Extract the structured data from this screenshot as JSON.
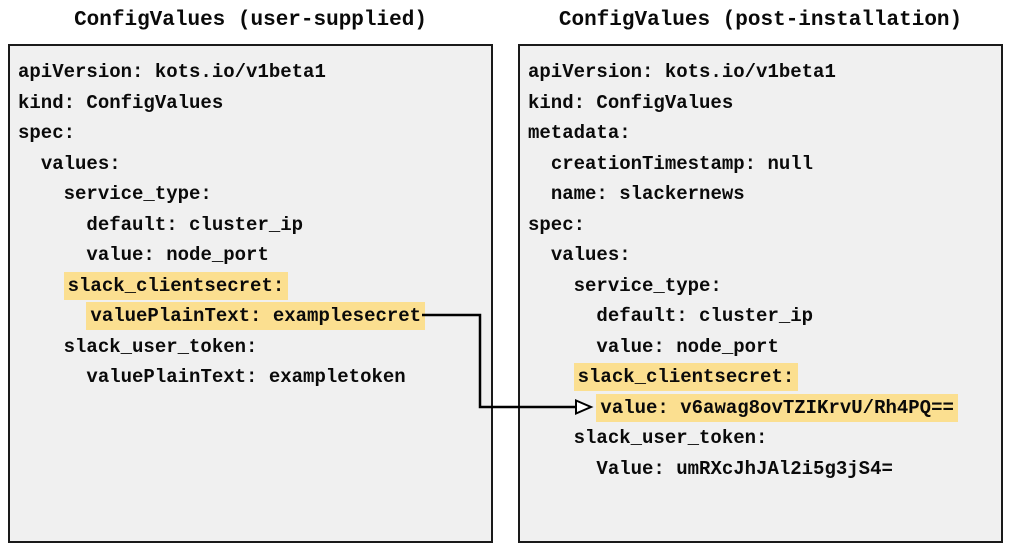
{
  "colors": {
    "highlight": "#fbdf90",
    "panel_bg": "#f0f0f0",
    "panel_border": "#1a1a1a",
    "text": "#0a0a0a",
    "arrow": "#000000",
    "page_bg": "#ffffff"
  },
  "panels": {
    "left": {
      "title": "ConfigValues (user-supplied)",
      "lines": [
        {
          "indent": 0,
          "text": "apiVersion: kots.io/v1beta1",
          "highlight": false
        },
        {
          "indent": 0,
          "text": "kind: ConfigValues",
          "highlight": false
        },
        {
          "indent": 0,
          "text": "spec:",
          "highlight": false
        },
        {
          "indent": 2,
          "text": "values:",
          "highlight": false
        },
        {
          "indent": 4,
          "text": "service_type:",
          "highlight": false
        },
        {
          "indent": 6,
          "text": "default: cluster_ip",
          "highlight": false
        },
        {
          "indent": 6,
          "text": "value: node_port",
          "highlight": false
        },
        {
          "indent": 4,
          "text": "slack_clientsecret:",
          "highlight": true
        },
        {
          "indent": 6,
          "text": "valuePlainText: examplesecret",
          "highlight": true
        },
        {
          "indent": 4,
          "text": "slack_user_token:",
          "highlight": false
        },
        {
          "indent": 6,
          "text": "valuePlainText: exampletoken",
          "highlight": false
        }
      ]
    },
    "right": {
      "title": "ConfigValues (post-installation)",
      "lines": [
        {
          "indent": 0,
          "text": "apiVersion: kots.io/v1beta1",
          "highlight": false
        },
        {
          "indent": 0,
          "text": "kind: ConfigValues",
          "highlight": false
        },
        {
          "indent": 0,
          "text": "metadata:",
          "highlight": false
        },
        {
          "indent": 2,
          "text": "creationTimestamp: null",
          "highlight": false
        },
        {
          "indent": 2,
          "text": "name: slackernews",
          "highlight": false
        },
        {
          "indent": 0,
          "text": "spec:",
          "highlight": false
        },
        {
          "indent": 2,
          "text": "values:",
          "highlight": false
        },
        {
          "indent": 4,
          "text": "service_type:",
          "highlight": false
        },
        {
          "indent": 6,
          "text": "default: cluster_ip",
          "highlight": false
        },
        {
          "indent": 6,
          "text": "value: node_port",
          "highlight": false
        },
        {
          "indent": 4,
          "text": "slack_clientsecret:",
          "highlight": true
        },
        {
          "indent": 6,
          "text": "value: v6awag8ovTZIKrvU/Rh4PQ==",
          "highlight": true
        },
        {
          "indent": 4,
          "text": "slack_user_token:",
          "highlight": false
        },
        {
          "indent": 6,
          "text": "Value: umRXcJhJAl2i5g3jS4=",
          "highlight": false
        }
      ]
    }
  },
  "connector": {
    "from": "valuePlainText: examplesecret",
    "to": "value: v6awag8ovTZIKrvU/Rh4PQ=="
  }
}
